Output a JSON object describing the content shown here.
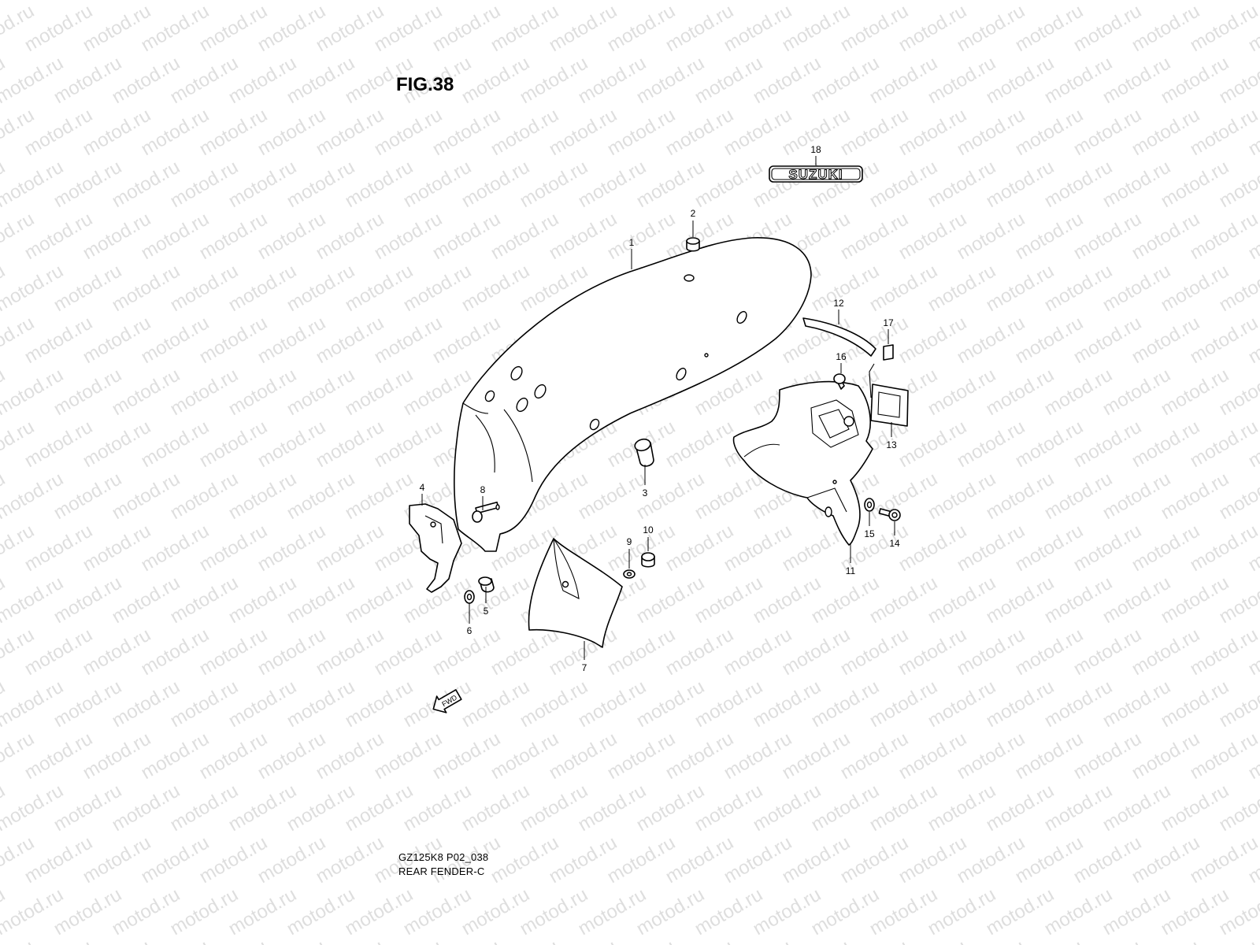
{
  "figure": {
    "title": "FIG.38",
    "model_code": "GZ125K8 P02_038",
    "section_name": "REAR FENDER-C"
  },
  "watermark_text": "motod.ru",
  "emblem_text": "SUZUKI",
  "fwd_arrow_text": "FWD",
  "callouts": {
    "p1": "1",
    "p2": "2",
    "p3": "3",
    "p4": "4",
    "p5": "5",
    "p6": "6",
    "p7": "7",
    "p8": "8",
    "p9": "9",
    "p10": "10",
    "p11": "11",
    "p12": "12",
    "p13": "13",
    "p14": "14",
    "p15": "15",
    "p16": "16",
    "p17": "17",
    "p18": "18"
  },
  "colors": {
    "line": "#000000",
    "watermark": "#dedede",
    "background": "#ffffff"
  }
}
